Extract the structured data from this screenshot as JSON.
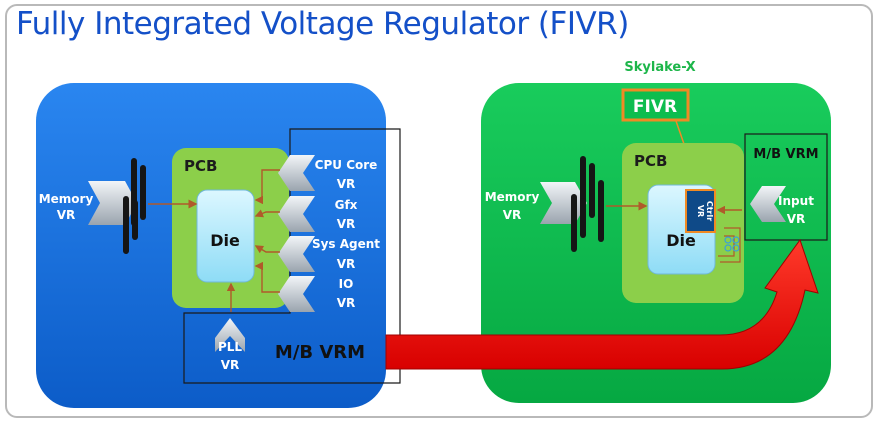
{
  "title": "Fully Integrated Voltage Regulator (FIVR)",
  "colors": {
    "title": "#1450c8",
    "left_panel": "#1670e0",
    "right_panel": "#0dbd4e",
    "pcb": "#8ccf4a",
    "die": "#b8ecfb",
    "fivr_border": "#f08a24",
    "arrow_red": "#f01010"
  },
  "left": {
    "memory_vr": [
      "Memory",
      "VR"
    ],
    "pcb_label": "PCB",
    "die_label": "Die",
    "right_inputs": [
      [
        "CPU Core",
        "VR"
      ],
      [
        "Gfx",
        "VR"
      ],
      [
        "Sys Agent",
        "VR"
      ],
      [
        "IO",
        "VR"
      ]
    ],
    "pll_vr": [
      "PLL",
      "VR"
    ],
    "mb_vrm": "M/B VRM"
  },
  "right": {
    "subtitle": "Skylake-X",
    "fivr_label": "FIVR",
    "memory_vr": [
      "Memory",
      "VR"
    ],
    "pcb_label": "PCB",
    "die_label": "Die",
    "vr_ctrlr": [
      "VR",
      "Ctrlr"
    ],
    "mb_vrm": "M/B VRM",
    "input_vr": [
      "Input",
      "VR"
    ]
  }
}
